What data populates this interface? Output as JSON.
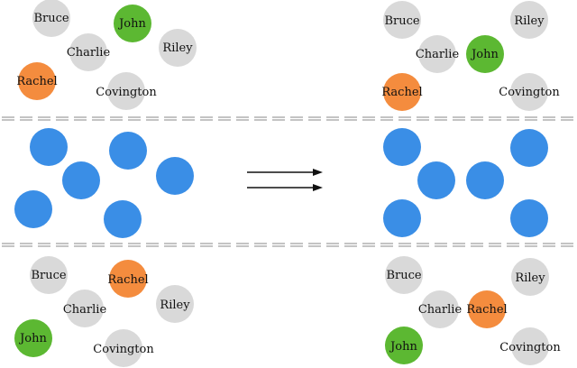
{
  "colors": {
    "node_default": "#d9d9d9",
    "node_green": "#5cb832",
    "node_orange": "#f48c3e",
    "node_blue": "#3a8ee6",
    "divider": "#888888",
    "arrow": "#111111",
    "text": "#111111"
  },
  "panels": {
    "top_left": {
      "nodes": [
        {
          "label": "Bruce",
          "color": "node_default"
        },
        {
          "label": "John",
          "color": "node_green"
        },
        {
          "label": "Charlie",
          "color": "node_default"
        },
        {
          "label": "Riley",
          "color": "node_default"
        },
        {
          "label": "Rachel",
          "color": "node_orange"
        },
        {
          "label": "Covington",
          "color": "node_default"
        }
      ]
    },
    "top_right": {
      "nodes": [
        {
          "label": "Bruce",
          "color": "node_default"
        },
        {
          "label": "Riley",
          "color": "node_default"
        },
        {
          "label": "Charlie",
          "color": "node_default"
        },
        {
          "label": "John",
          "color": "node_green"
        },
        {
          "label": "Rachel",
          "color": "node_orange"
        },
        {
          "label": "Covington",
          "color": "node_default"
        }
      ]
    },
    "middle_left": {
      "nodes": [
        {
          "label": "",
          "color": "node_blue"
        },
        {
          "label": "",
          "color": "node_blue"
        },
        {
          "label": "",
          "color": "node_blue"
        },
        {
          "label": "",
          "color": "node_blue"
        },
        {
          "label": "",
          "color": "node_blue"
        },
        {
          "label": "",
          "color": "node_blue"
        }
      ]
    },
    "middle_right": {
      "nodes": [
        {
          "label": "",
          "color": "node_blue"
        },
        {
          "label": "",
          "color": "node_blue"
        },
        {
          "label": "",
          "color": "node_blue"
        },
        {
          "label": "",
          "color": "node_blue"
        },
        {
          "label": "",
          "color": "node_blue"
        },
        {
          "label": "",
          "color": "node_blue"
        }
      ]
    },
    "bottom_left": {
      "nodes": [
        {
          "label": "Bruce",
          "color": "node_default"
        },
        {
          "label": "Rachel",
          "color": "node_orange"
        },
        {
          "label": "Charlie",
          "color": "node_default"
        },
        {
          "label": "Riley",
          "color": "node_default"
        },
        {
          "label": "John",
          "color": "node_green"
        },
        {
          "label": "Covington",
          "color": "node_default"
        }
      ]
    },
    "bottom_right": {
      "nodes": [
        {
          "label": "Bruce",
          "color": "node_default"
        },
        {
          "label": "Riley",
          "color": "node_default"
        },
        {
          "label": "Charlie",
          "color": "node_default"
        },
        {
          "label": "Rachel",
          "color": "node_orange"
        },
        {
          "label": "John",
          "color": "node_green"
        },
        {
          "label": "Covington",
          "color": "node_default"
        }
      ]
    }
  }
}
